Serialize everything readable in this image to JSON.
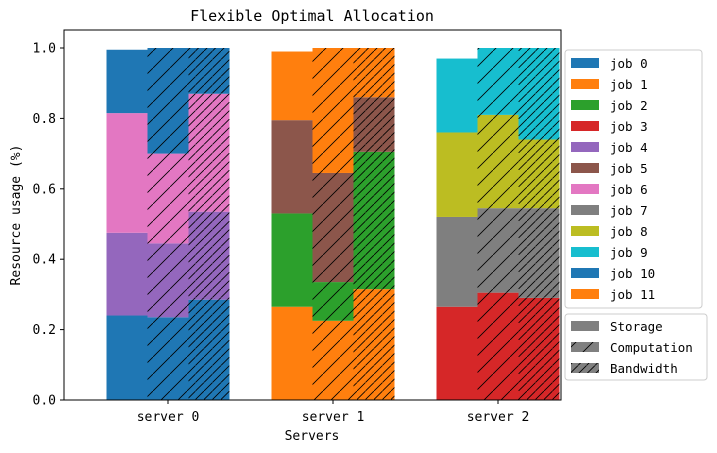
{
  "chart_data": {
    "type": "bar",
    "title": "Flexible Optimal Allocation",
    "xlabel": "Servers",
    "ylabel": "Resource usage (%)",
    "ylim": [
      0,
      1.0
    ],
    "yticks": [
      "0.0",
      "0.2",
      "0.4",
      "0.6",
      "0.8",
      "1.0"
    ],
    "categories": [
      "server 0",
      "server 1",
      "server 2"
    ],
    "resources": [
      {
        "name": "Storage",
        "pattern": "none"
      },
      {
        "name": "Computation",
        "pattern": "single-hatch"
      },
      {
        "name": "Bandwidth",
        "pattern": "double-hatch"
      }
    ],
    "jobs": [
      {
        "name": "job 0",
        "color": "#1f77b4"
      },
      {
        "name": "job 1",
        "color": "#ff7f0e"
      },
      {
        "name": "job 2",
        "color": "#2ca02c"
      },
      {
        "name": "job 3",
        "color": "#d62728"
      },
      {
        "name": "job 4",
        "color": "#9467bd"
      },
      {
        "name": "job 5",
        "color": "#8c564b"
      },
      {
        "name": "job 6",
        "color": "#e377c2"
      },
      {
        "name": "job 7",
        "color": "#7f7f7f"
      },
      {
        "name": "job 8",
        "color": "#bcbd22"
      },
      {
        "name": "job 9",
        "color": "#17becf"
      },
      {
        "name": "job 10",
        "color": "#1f77b4"
      },
      {
        "name": "job 11",
        "color": "#ff7f0e"
      }
    ],
    "servers": [
      {
        "name": "server 0",
        "stacks": {
          "Storage": [
            {
              "job": 0,
              "value": 0.24
            },
            {
              "job": 4,
              "value": 0.235
            },
            {
              "job": 6,
              "value": 0.34
            },
            {
              "job": 10,
              "value": 0.18
            }
          ],
          "Computation": [
            {
              "job": 0,
              "value": 0.235
            },
            {
              "job": 4,
              "value": 0.21
            },
            {
              "job": 6,
              "value": 0.255
            },
            {
              "job": 10,
              "value": 0.3
            }
          ],
          "Bandwidth": [
            {
              "job": 0,
              "value": 0.285
            },
            {
              "job": 4,
              "value": 0.25
            },
            {
              "job": 6,
              "value": 0.335
            },
            {
              "job": 10,
              "value": 0.13
            }
          ]
        }
      },
      {
        "name": "server 1",
        "stacks": {
          "Storage": [
            {
              "job": 1,
              "value": 0.265
            },
            {
              "job": 2,
              "value": 0.265
            },
            {
              "job": 5,
              "value": 0.265
            },
            {
              "job": 11,
              "value": 0.195
            }
          ],
          "Computation": [
            {
              "job": 1,
              "value": 0.225
            },
            {
              "job": 2,
              "value": 0.11
            },
            {
              "job": 5,
              "value": 0.31
            },
            {
              "job": 11,
              "value": 0.355
            }
          ],
          "Bandwidth": [
            {
              "job": 1,
              "value": 0.315
            },
            {
              "job": 2,
              "value": 0.39
            },
            {
              "job": 5,
              "value": 0.155
            },
            {
              "job": 11,
              "value": 0.14
            }
          ]
        }
      },
      {
        "name": "server 2",
        "stacks": {
          "Storage": [
            {
              "job": 3,
              "value": 0.265
            },
            {
              "job": 7,
              "value": 0.255
            },
            {
              "job": 8,
              "value": 0.24
            },
            {
              "job": 9,
              "value": 0.21
            }
          ],
          "Computation": [
            {
              "job": 3,
              "value": 0.305
            },
            {
              "job": 7,
              "value": 0.24
            },
            {
              "job": 8,
              "value": 0.265
            },
            {
              "job": 9,
              "value": 0.19
            }
          ],
          "Bandwidth": [
            {
              "job": 3,
              "value": 0.29
            },
            {
              "job": 7,
              "value": 0.255
            },
            {
              "job": 8,
              "value": 0.195
            },
            {
              "job": 9,
              "value": 0.26
            }
          ]
        }
      }
    ],
    "legend": {
      "position": "right"
    },
    "grid": false
  }
}
